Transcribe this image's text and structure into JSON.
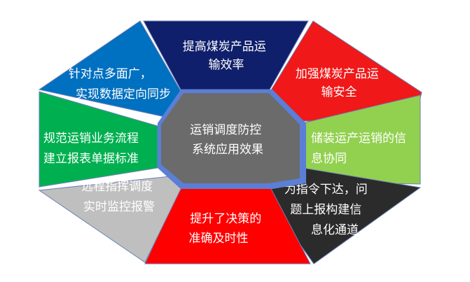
{
  "center": {
    "lines": [
      "运销调度防控",
      "系统应用效果"
    ],
    "fill": "#6b6b6b",
    "frame": "#5b7fd6"
  },
  "segments": [
    {
      "id": "top",
      "lines": [
        "提高煤炭产品运",
        "输效率"
      ],
      "fill": "#0f1f6b",
      "text": "#ffffff"
    },
    {
      "id": "top-right",
      "lines": [
        "加强煤炭产品运",
        "输安全"
      ],
      "fill": "#f01818",
      "text": "#ffffff"
    },
    {
      "id": "right",
      "lines": [
        "储装运产运销的信",
        "息协同"
      ],
      "fill": "#92d050",
      "text": "#ffffff"
    },
    {
      "id": "bottom-right",
      "lines": [
        "为指令下达，问",
        "题上报构建信",
        "息化通道"
      ],
      "fill": "#2b2b2b",
      "text": "#ffffff"
    },
    {
      "id": "bottom",
      "lines": [
        "提升了决策的",
        "准确及时性"
      ],
      "fill": "#ff0000",
      "text": "#ffffff"
    },
    {
      "id": "bottom-left",
      "lines": [
        "远程指挥调度",
        "实时监控报警"
      ],
      "fill": "#bfbfbf",
      "text": "#ffffff"
    },
    {
      "id": "left",
      "lines": [
        "规范运销业务流程",
        "建立报表单据标准"
      ],
      "fill": "#00b050",
      "text": "#ffffff"
    },
    {
      "id": "top-left",
      "lines": [
        "针对点多面广，",
        "实现数据定向同步"
      ],
      "fill": "#0070c0",
      "text": "#ffffff"
    }
  ]
}
